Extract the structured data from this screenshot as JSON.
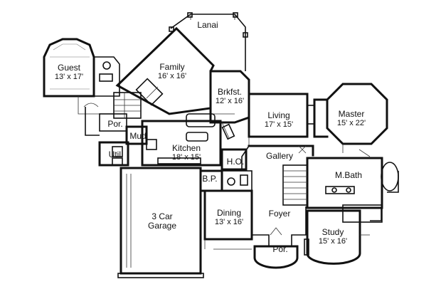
{
  "rooms": {
    "lanai": {
      "name": "Lanai"
    },
    "guest": {
      "name": "Guest",
      "size": "13' x 17'"
    },
    "family": {
      "name": "Family",
      "size": "16' x 16'"
    },
    "brkfst": {
      "name": "Brkfst.",
      "size": "12' x 16'"
    },
    "living": {
      "name": "Living",
      "size": "17' x 15'"
    },
    "master": {
      "name": "Master",
      "size": "15' x 22'"
    },
    "por_rear": {
      "name": "Por."
    },
    "mud": {
      "name": "Mud"
    },
    "util": {
      "name": "Util."
    },
    "kitchen": {
      "name": "Kitchen",
      "size": "18' x 15'"
    },
    "gallery": {
      "name": "Gallery"
    },
    "ho": {
      "name": "H.O."
    },
    "bp": {
      "name": "B.P."
    },
    "mbath": {
      "name": "M.Bath"
    },
    "garage": {
      "name": "3 Car",
      "name2": "Garage"
    },
    "dining": {
      "name": "Dining",
      "size": "13' x 16'"
    },
    "foyer": {
      "name": "Foyer"
    },
    "study": {
      "name": "Study",
      "size": "15' x 16'"
    },
    "por_front": {
      "name": "Por."
    }
  }
}
